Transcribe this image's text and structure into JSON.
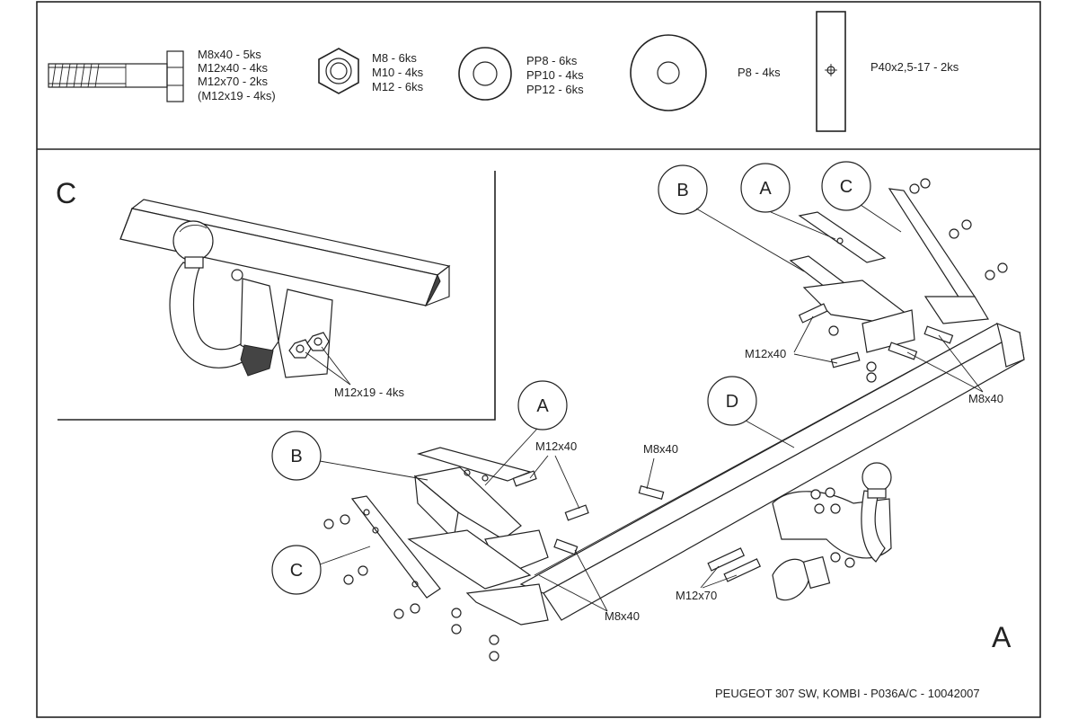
{
  "parts": {
    "bolts": [
      "M8x40 - 5ks",
      "M12x40 - 4ks",
      "M12x70 - 2ks",
      "(M12x19 - 4ks)"
    ],
    "nuts": [
      "M8 - 6ks",
      "M10 - 4ks",
      "M12 - 6ks"
    ],
    "washers": [
      "PP8 - 6ks",
      "PP10 - 4ks",
      "PP12 - 6ks"
    ],
    "big_washer": "P8 - 4ks",
    "plate": "P40x2,5-17 - 2ks"
  },
  "detail": {
    "label": "C",
    "bolt_note": "M12x19 - 4ks"
  },
  "callouts": {
    "a": "A",
    "b": "B",
    "c": "C",
    "d": "D"
  },
  "labels": {
    "m12x40": "M12x40",
    "m8x40": "M8x40",
    "m12x70": "M12x70"
  },
  "view_label": "A",
  "footer": "PEUGEOT 307 SW, KOMBI  - P036A/C - 10042007"
}
